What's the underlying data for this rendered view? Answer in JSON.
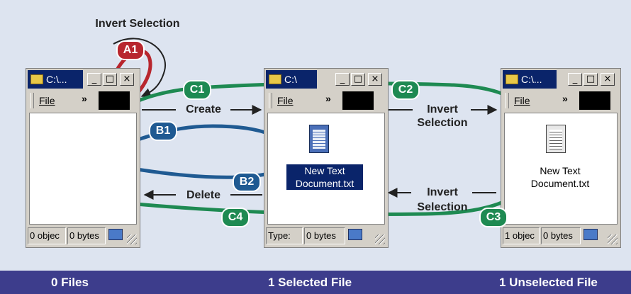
{
  "labels": {
    "invert_selection_top": "Invert Selection",
    "create": "Create",
    "delete": "Delete",
    "invert_top": "Invert",
    "selection_top": "Selection",
    "invert_bottom": "Invert",
    "selection_bottom": "Selection"
  },
  "windows": [
    {
      "title": "C:\\...",
      "menu_file": "File",
      "chevron": "»",
      "status": [
        "0 objec",
        "0 bytes"
      ],
      "file_label": []
    },
    {
      "title": "C:\\",
      "menu_file": "File",
      "chevron": "»",
      "status": [
        "Type:",
        "0 bytes"
      ],
      "file_label": [
        "New Text",
        "Document.txt"
      ]
    },
    {
      "title": "C:\\...",
      "menu_file": "File",
      "chevron": "»",
      "status": [
        "1 objec",
        "0 bytes"
      ],
      "file_label": [
        "New Text",
        "Document.txt"
      ]
    }
  ],
  "window_buttons": {
    "minimize": "_",
    "maximize": "□",
    "close": "×"
  },
  "badges": [
    {
      "id": "A1",
      "color": "#b8262e"
    },
    {
      "id": "B1",
      "color": "#1f5a92"
    },
    {
      "id": "B2",
      "color": "#1f5a92"
    },
    {
      "id": "C1",
      "color": "#1e8a52"
    },
    {
      "id": "C2",
      "color": "#1e8a52"
    },
    {
      "id": "C3",
      "color": "#1e8a52"
    },
    {
      "id": "C4",
      "color": "#1e8a52"
    }
  ],
  "footer": [
    "0 Files",
    "1 Selected File",
    "1 Unselected File"
  ],
  "colors": {
    "background": "#dde4f0",
    "footer": "#3d3d8c",
    "red": "#b8262e",
    "blue": "#1f5a92",
    "green": "#1e8a52"
  }
}
